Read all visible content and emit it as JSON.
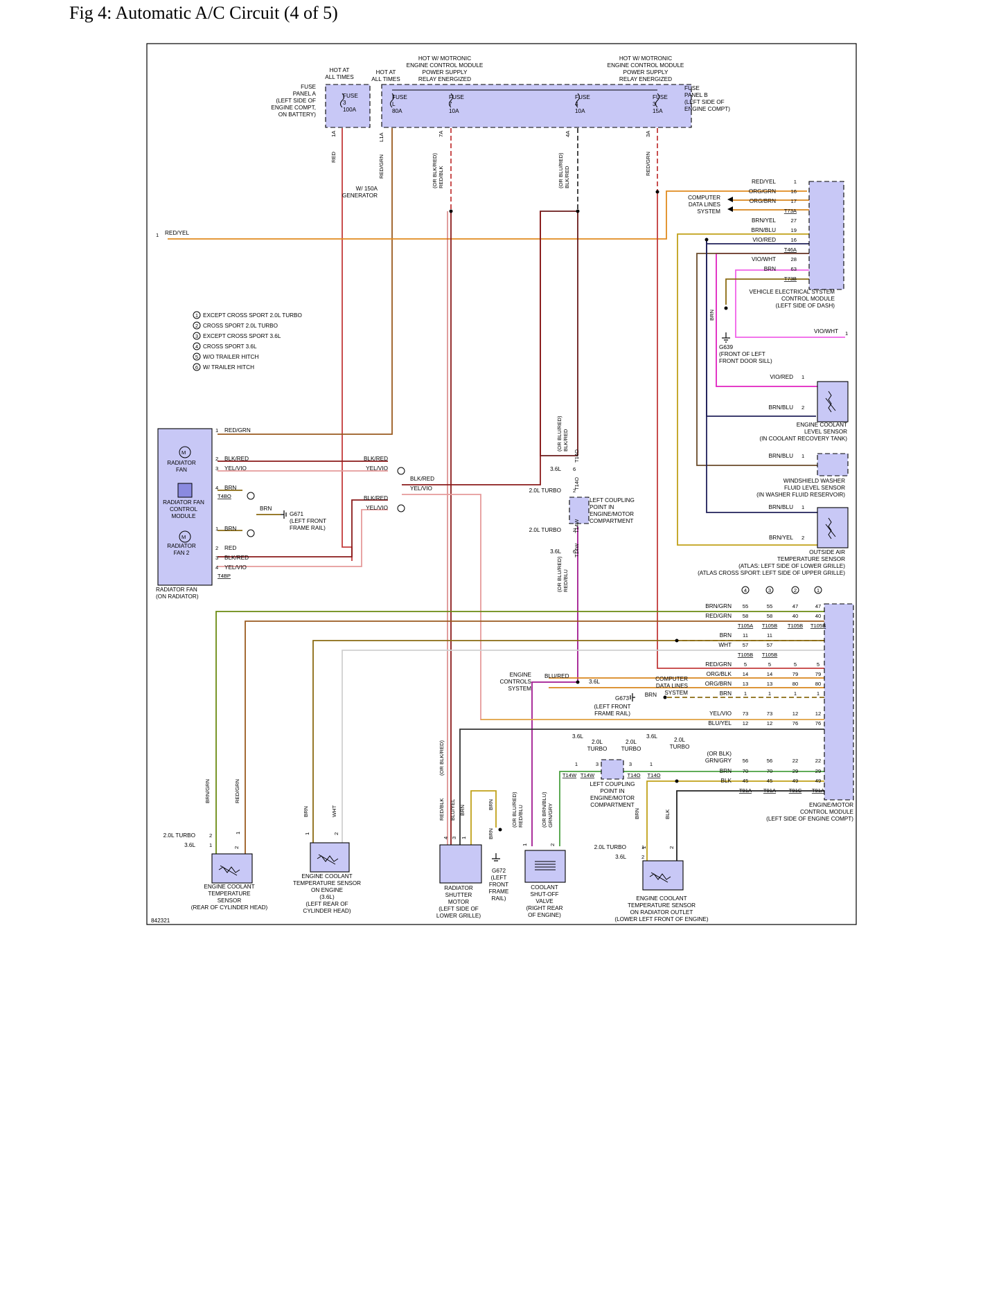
{
  "title": "Fig 4: Automatic A/C Circuit (4 of 5)",
  "figure_id": "842321",
  "colors": {
    "red": "#c33b3b",
    "red_grn": "#9a5a1e",
    "red_yel": "#e08a1e",
    "brn": "#8a6a10",
    "brn_grn": "#6a8a10",
    "blk_red": "#8a1a1a",
    "yel_vio": "#e59a9a",
    "vio_red": "#e020c0",
    "vio_wht": "#f060e8",
    "brn_blu": "#20205a",
    "org": "#d8841c",
    "brn_yel": "#c0a018",
    "wht": "#c8c8c8",
    "blk": "#222222",
    "blu_red": "#a01890",
    "grn": "#4aa040",
    "fill": "#c8c8f6"
  },
  "fuses": {
    "top_labels": {
      "hot_at_all_times_1": "HOT AT\nALL TIMES",
      "hot_at_all_times_2": "HOT AT\nALL TIMES",
      "hot_motronic_1": "HOT W/ MOTRONIC\nENGINE CONTROL MODULE\nPOWER SUPPLY\nRELAY ENERGIZED",
      "hot_motronic_2": "HOT W/ MOTRONIC\nENGINE CONTROL MODULE\nPOWER SUPPLY\nRELAY ENERGIZED"
    },
    "panel_a": "FUSE\nPANEL A\n(LEFT SIDE OF\nENGINE COMPT,\nON BATTERY)",
    "panel_b": "FUSE\nPANEL B\n(LEFT SIDE OF\nENGINE COMPT)",
    "fuse_a3": "FUSE\n3\n100A",
    "fuse_l": "FUSE\nL\n80A",
    "fuse_7": "FUSE\n7\n10A",
    "fuse_4": "FUSE\n4\n10A",
    "fuse_3b": "FUSE\n3\n15A"
  },
  "vertical_labels": {
    "pin_1a": "1A",
    "red": "RED",
    "pin_l1a": "L1A",
    "red_grn": "RED/GRN",
    "pin_7a": "7A",
    "or_blk_red": "(OR BLK/RED)\nRED/BLK",
    "pin_4a": "4A",
    "or_blu_red": "(OR BLU/RED)\nBLK/RED",
    "pin_3a": "3A",
    "red_grn_2": "RED/GRN",
    "brn_g639": "BRN",
    "coupling_upper": "(OR BLU/RED)\nBLK/RED",
    "coupling_lower": "(OR BLU/RED)\nRED/BLU",
    "t14o_a": "T14O",
    "t14o_b": "T14O",
    "t14w_a": "T14W",
    "t14w_b": "T14W",
    "brn_grn_bot": "BRN/GRN",
    "red_grn_bot": "RED/GRN",
    "brn_bot": "BRN",
    "wht_bot": "WHT",
    "or_blk_red_bot": "(OR BLK/RED)",
    "red_blk_bot": "RED/BLK",
    "blu_yel_bot": "BLU/YEL",
    "brn_bot_2": "BRN",
    "brn_g672": "BRN",
    "brn_g672_b": "BRN",
    "or_blu_red_bot": "(OR BLU/RED)\nRED/BLU",
    "or_brn_blu_bot": "(OR BRN/BLU)\nGRN/GRY",
    "brn_bot_3": "BRN",
    "blk_bot": "BLK"
  },
  "generator": "W/ 150A\nGENERATOR",
  "redyel_left": {
    "pin": "1",
    "label": "RED/YEL"
  },
  "legend": [
    {
      "num": "1",
      "text": "EXCEPT CROSS SPORT 2.0L TURBO"
    },
    {
      "num": "2",
      "text": "CROSS SPORT 2.0L TURBO"
    },
    {
      "num": "3",
      "text": "EXCEPT CROSS SPORT 3.6L"
    },
    {
      "num": "4",
      "text": "CROSS SPORT 3.6L"
    },
    {
      "num": "5",
      "text": "W/O TRAILER HITCH"
    },
    {
      "num": "6",
      "text": "W/ TRAILER HITCH"
    }
  ],
  "vesc_module": {
    "wires": [
      {
        "color": "RED/YEL",
        "pin": "1"
      },
      {
        "color": "ORG/GRN",
        "pin": "16"
      },
      {
        "color": "ORG/BRN",
        "pin": "17"
      },
      {
        "color": "T73A",
        "pin": ""
      },
      {
        "color": "BRN/YEL",
        "pin": "27"
      },
      {
        "color": "BRN/BLU",
        "pin": "19"
      },
      {
        "color": "VIO/RED",
        "pin": "16"
      },
      {
        "color": "T46A",
        "pin": ""
      },
      {
        "color": "VIO/WHT",
        "pin": "28"
      },
      {
        "color": "BRN",
        "pin": "63"
      },
      {
        "color": "T73B",
        "pin": ""
      }
    ],
    "computer_data": "COMPUTER\nDATA LINES\nSYSTEM",
    "label": "VEHICLE ELECTRICAL SYSTEM\nCONTROL MODULE\n(LEFT SIDE OF DASH)"
  },
  "g639": "G639\n(FRONT OF LEFT\nFRONT DOOR SILL)",
  "viowht_right": {
    "label": "VIO/WHT",
    "pin": "1"
  },
  "level_sensor": {
    "wires": [
      {
        "color": "VIO/RED",
        "pin": "1"
      },
      {
        "color": "BRN/BLU",
        "pin": "2"
      }
    ],
    "label": "ENGINE COOLANT\nLEVEL SENSOR\n(IN COOLANT RECOVERY TANK)"
  },
  "washer_sensor": {
    "wires": [
      {
        "color": "BRN/BLU",
        "pin": "1"
      }
    ],
    "label": "WINDSHIELD WASHER\nFLUID LEVEL SENSOR\n(IN WASHER FLUID RESERVOIR)"
  },
  "oat_sensor": {
    "wires": [
      {
        "color": "BRN/BLU",
        "pin": "1"
      },
      {
        "color": "BRN/YEL",
        "pin": "2"
      }
    ],
    "label": "OUTSIDE AIR\nTEMPERATURE SENSOR\n(ATLAS: LEFT SIDE OF LOWER GRILLE)\n(ATLAS CROSS SPORT: LEFT SIDE OF UPPER GRILLE)"
  },
  "fan_module": {
    "radiator_fan": "RADIATOR\nFAN",
    "fan_control": "RADIATOR FAN\nCONTROL\nMODULE",
    "radiator_fan_2": "RADIATOR\nFAN 2",
    "label": "RADIATOR FAN\n(ON RADIATOR)",
    "pins": [
      {
        "pin": "1",
        "color": "RED/GRN"
      },
      {
        "pin": "2",
        "color": "BLK/RED"
      },
      {
        "pin": "3",
        "color": "YEL/VIO"
      },
      {
        "pin": "4",
        "color": "BRN"
      },
      {
        "pin": "",
        "color": "T4BO"
      },
      {
        "pin": "1",
        "color": "BRN"
      },
      {
        "pin": "2",
        "color": "RED"
      },
      {
        "pin": "3",
        "color": "BLK/RED"
      },
      {
        "pin": "4",
        "color": "YEL/VIO"
      },
      {
        "pin": "",
        "color": "T4BP"
      }
    ],
    "right_labels": [
      "BLK/RED",
      "YEL/VIO",
      "BLK/RED",
      "YEL/VIO",
      "BLK/RED",
      "YEL/VIO"
    ],
    "brn_g671": "BRN",
    "g671": "G671\n(LEFT FRONT\nFRAME RAIL)"
  },
  "coupling_mid": {
    "rows": [
      {
        "text": "3.6L",
        "pin": "6"
      },
      {
        "text": "2.0L TURBO",
        "pin": "2"
      },
      {
        "text": "2.0L TURBO",
        "pin": "2"
      },
      {
        "text": "3.6L",
        "pin": "6"
      }
    ],
    "label": "LEFT COUPLING\nPOINT IN\nENGINE/MOTOR\nCOMPARTMENT"
  },
  "ecm": {
    "variant_heads": [
      "4",
      "3",
      "2",
      "1"
    ],
    "rows": [
      {
        "color": "BRN/GRN",
        "c1": "55",
        "c2": "55",
        "c3": "47",
        "c4": "47"
      },
      {
        "color": "RED/GRN",
        "c1": "58",
        "c2": "58",
        "c3": "40",
        "c4": "40"
      },
      {
        "color": "",
        "c1": "T105A",
        "c2": "T105B",
        "c3": "T105B",
        "c4": "T105B"
      },
      {
        "color": "BRN",
        "c1": "11",
        "c2": "11",
        "c3": "",
        "c4": ""
      },
      {
        "color": "WHT",
        "c1": "57",
        "c2": "57",
        "c3": "",
        "c4": ""
      },
      {
        "color": "",
        "c1": "T105B",
        "c2": "T105B",
        "c3": "",
        "c4": ""
      },
      {
        "color": "RED/GRN",
        "c1": "5",
        "c2": "5",
        "c3": "5",
        "c4": "5"
      },
      {
        "color": "ORG/BLK",
        "c1": "14",
        "c2": "14",
        "c3": "79",
        "c4": "79"
      },
      {
        "color": "ORG/BRN",
        "c1": "13",
        "c2": "13",
        "c3": "80",
        "c4": "80"
      },
      {
        "color": "BRN",
        "c1": "1",
        "c2": "1",
        "c3": "1",
        "c4": "1"
      },
      {
        "color": "YEL/VIO",
        "c1": "73",
        "c2": "73",
        "c3": "12",
        "c4": "12"
      },
      {
        "color": "BLU/YEL",
        "c1": "12",
        "c2": "12",
        "c3": "76",
        "c4": "76"
      },
      {
        "color": "(OR BLK)\nGRN/GRY",
        "c1": "56",
        "c2": "56",
        "c3": "22",
        "c4": "22"
      },
      {
        "color": "BRN",
        "c1": "70",
        "c2": "70",
        "c3": "29",
        "c4": "29"
      },
      {
        "color": "BLK",
        "c1": "45",
        "c2": "45",
        "c3": "49",
        "c4": "49"
      },
      {
        "color": "",
        "c1": "T91A",
        "c2": "T91A",
        "c3": "T91C",
        "c4": "T91A"
      }
    ],
    "label": "ENGINE/MOTOR\nCONTROL MODULE\n(LEFT SIDE OF ENGINE COMPT)",
    "engine_controls": "ENGINE\nCONTROLS\nSYSTEM",
    "blu_red": "BLU/RED",
    "l36": "3.6L",
    "computer_data": "COMPUTER\nDATA LINES\nSYSTEM",
    "g673": "G673",
    "g673_loc": "(LEFT FRONT\nFRAME RAIL)",
    "brn_g673": "BRN"
  },
  "coupling_low": {
    "heads": [
      "3.6L",
      "2.0L\nTURBO",
      "2.0L\nTURBO",
      "3.6L",
      "2.0L\nTURBO"
    ],
    "pins": [
      "1",
      "3",
      "3",
      "1"
    ],
    "conns": [
      "T14W",
      "T14W",
      "T14O",
      "T14O"
    ],
    "label": "LEFT COUPLING\nPOINT IN\nENGINE/MOTOR\nCOMPARTMENT"
  },
  "bottom": {
    "ect_rear": "ENGINE COOLANT\nTEMPERATURE\nSENSOR\n(REAR OF CYLINDER HEAD)",
    "ect_rear_variants": [
      {
        "text": "2.0L TURBO",
        "pin": "2"
      },
      {
        "text": "3.6L",
        "pin": "1"
      }
    ],
    "ect_rear_pins": [
      "2",
      "1"
    ],
    "ect_engine": "ENGINE COOLANT\nTEMPERATURE SENSOR\nON ENGINE\n(3.6L)\n(LEFT REAR OF\nCYLINDER HEAD)",
    "ect_engine_pins": [
      "1",
      "2"
    ],
    "shutter": "RADIATOR\nSHUTTER\nMOTOR\n(LEFT SIDE OF\nLOWER GRILLE)",
    "shutter_pins": [
      "4",
      "3",
      "1"
    ],
    "g672": "G672\n(LEFT\nFRONT\nFRAME\nRAIL)",
    "valve": "COOLANT\nSHUT-OFF\nVALVE\n(RIGHT REAR\nOF ENGINE)",
    "valve_pins": [
      "1",
      "2"
    ],
    "ect_outlet": "ENGINE COOLANT\nTEMPERATURE SENSOR\nON RADIATOR OUTLET\n(LOWER LEFT FRONT OF ENGINE)",
    "ect_outlet_variants": [
      {
        "text": "2.0L TURBO",
        "pin": "1"
      },
      {
        "text": "3.6L",
        "pin": "2"
      }
    ],
    "ect_outlet_pins": [
      "1",
      "2"
    ]
  }
}
